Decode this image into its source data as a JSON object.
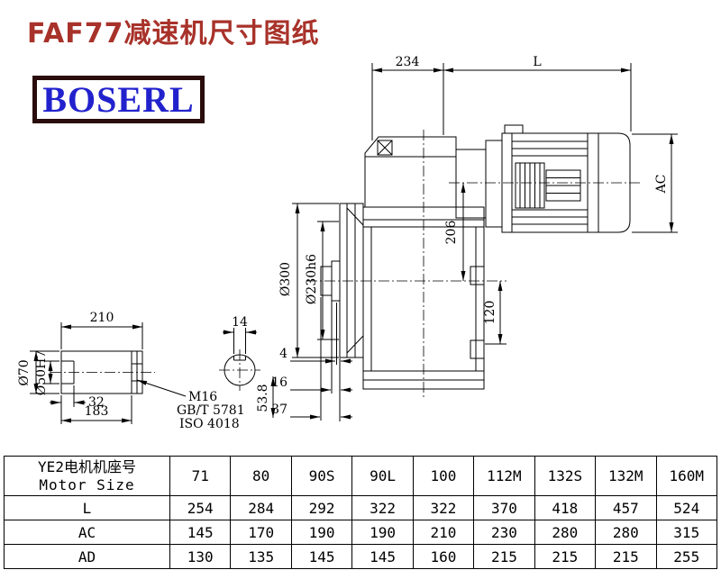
{
  "title": "FAF77减速机尺寸图纸",
  "logo": {
    "text": "BOSERL",
    "text_color": "#2222cd",
    "border_color": "#2a0c0c"
  },
  "colors": {
    "title": "#a8322a"
  },
  "drawing": {
    "dims": {
      "d234": "234",
      "dL": "L",
      "dAC": "AC",
      "d206": "206",
      "d300": "Ø300",
      "d230": "Ø230h6",
      "d120": "120",
      "d4": "4",
      "d16": "16",
      "d37": "37",
      "d53_8": "53.8",
      "d210": "210",
      "d14": "14",
      "d70": "Ø70",
      "d50": "Ø50H7",
      "d32": "32",
      "d183": "183",
      "thread": "M16",
      "std1": "GB/T 5781",
      "std2": "ISO 4018"
    }
  },
  "table": {
    "header_cn": "YE2电机机座号",
    "header_en": "Motor Size",
    "columns": [
      "71",
      "80",
      "90S",
      "90L",
      "100",
      "112M",
      "132S",
      "132M",
      "160M"
    ],
    "rows": [
      {
        "label": "L",
        "values": [
          "254",
          "284",
          "292",
          "322",
          "322",
          "370",
          "418",
          "457",
          "524"
        ]
      },
      {
        "label": "AC",
        "values": [
          "145",
          "170",
          "190",
          "190",
          "210",
          "230",
          "280",
          "280",
          "315"
        ]
      },
      {
        "label": "AD",
        "values": [
          "130",
          "135",
          "145",
          "145",
          "160",
          "215",
          "215",
          "215",
          "255"
        ]
      }
    ]
  }
}
